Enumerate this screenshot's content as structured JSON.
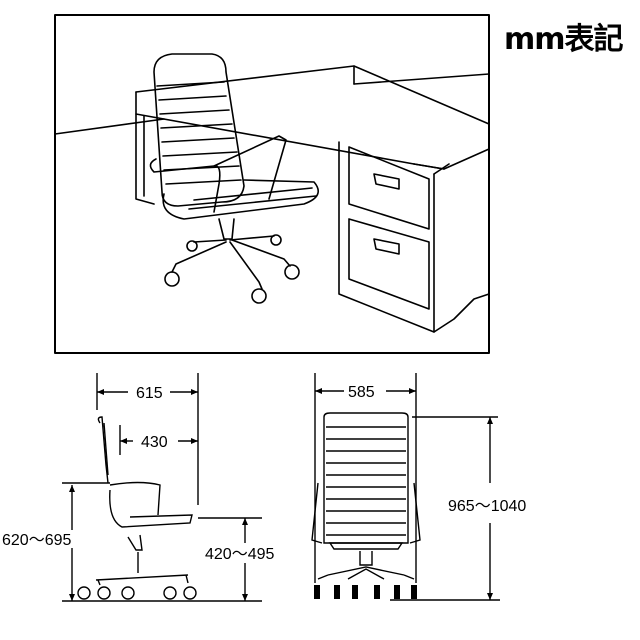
{
  "unit_label": "mm表記",
  "side_view": {
    "depth_total": "615",
    "seat_depth": "430",
    "armrest_height": "620～695",
    "seat_height": "420～495"
  },
  "front_view": {
    "width": "585",
    "total_height": "965～1040"
  },
  "icons": {
    "illustration": "chair-at-desk-illustration",
    "side": "chair-side-view-icon",
    "front": "chair-front-view-icon"
  }
}
